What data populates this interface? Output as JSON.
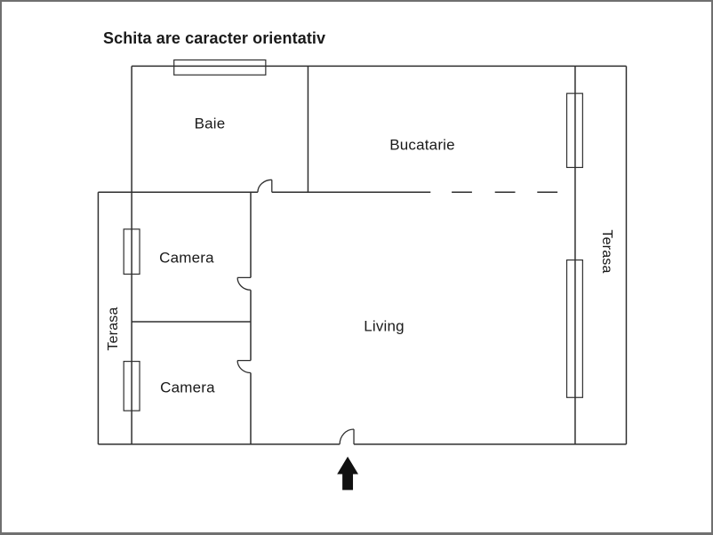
{
  "title": "Schita are caracter orientativ",
  "labels": {
    "baie": "Baie",
    "bucatarie": "Bucatarie",
    "camera_1": "Camera",
    "camera_2": "Camera",
    "living": "Living",
    "terasa_left": "Terasa",
    "terasa_right": "Terasa"
  },
  "icons": {
    "entrance_arrow": "up-arrow-icon"
  },
  "colors": {
    "wall": "#2e2e2e",
    "text": "#1a1a1a",
    "arrow": "#111111",
    "background": "#ffffff",
    "frame": "#707070"
  }
}
